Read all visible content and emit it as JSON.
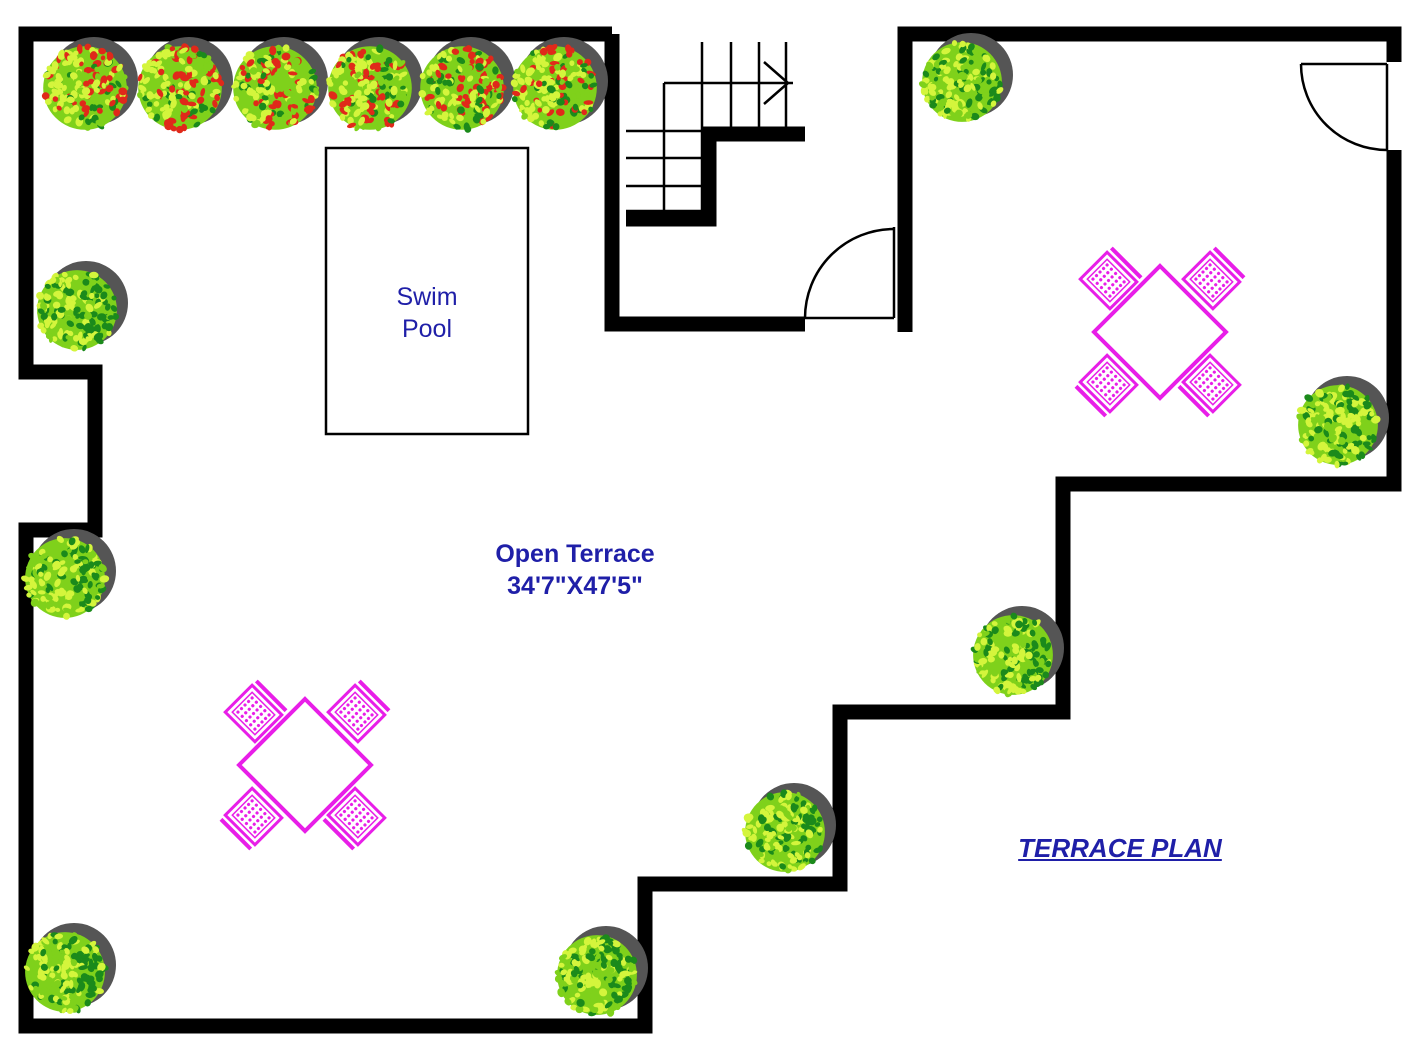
{
  "plan": {
    "pool_label_line1": "Swim",
    "pool_label_line2": "Pool",
    "terrace_name": "Open Terrace",
    "terrace_dims": "34'7\"X47'5\"",
    "title": "TERRACE PLAN"
  },
  "colors": {
    "wall": "#000000",
    "label_blue": "#1f1fa8",
    "furniture_magenta": "#e81ee8",
    "plant_shadow": "#555555",
    "leaf_light": "#d4f53c",
    "leaf_mid": "#7fd11b",
    "leaf_dark": "#1b8a1b",
    "flower_red": "#e0291a"
  },
  "icons": {
    "plant": "potted-shrub-icon",
    "flower_plant": "flowering-shrub-icon",
    "table_set": "table-four-chairs-icon",
    "door": "door-swing-icon",
    "stair": "staircase-icon"
  }
}
